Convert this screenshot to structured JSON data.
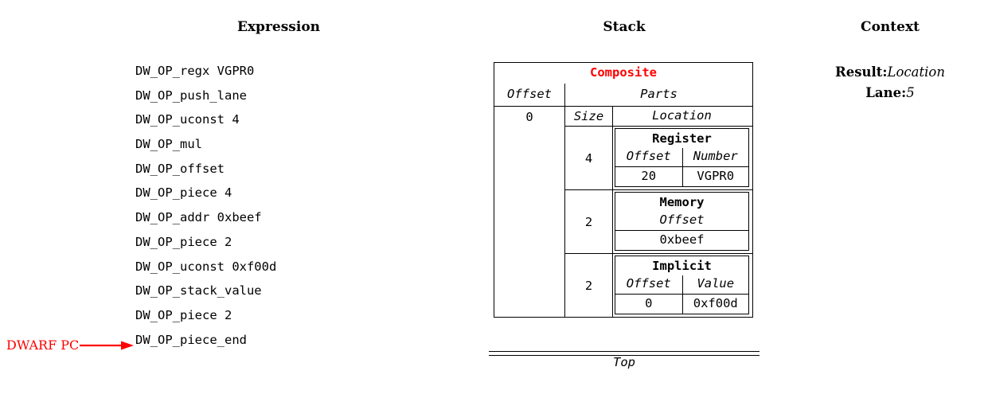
{
  "headers": {
    "expression": "Expression",
    "stack": "Stack",
    "context": "Context"
  },
  "expression": {
    "lines": [
      "DW_OP_regx VGPR0",
      "DW_OP_push_lane",
      "DW_OP_uconst 4",
      "DW_OP_mul",
      "DW_OP_offset",
      "DW_OP_piece 4",
      "DW_OP_addr 0xbeef",
      "DW_OP_piece 2",
      "DW_OP_uconst 0xf00d",
      "DW_OP_stack_value",
      "DW_OP_piece 2",
      "DW_OP_piece_end"
    ]
  },
  "pc_marker": {
    "label": "DWARF PC",
    "color": "#ff0000"
  },
  "stack": {
    "entry": {
      "title": "Composite",
      "title_color": "#ff0000",
      "offset_header": "Offset",
      "offset_value": "0",
      "parts_header": "Parts",
      "size_header": "Size",
      "location_header": "Location",
      "parts": [
        {
          "size": "4",
          "location": {
            "kind": "Register",
            "fields": [
              "Offset",
              "Number"
            ],
            "values": [
              "20",
              "VGPR0"
            ]
          }
        },
        {
          "size": "2",
          "location": {
            "kind": "Memory",
            "fields": [
              "Offset"
            ],
            "values": [
              "0xbeef"
            ]
          }
        },
        {
          "size": "2",
          "location": {
            "kind": "Implicit",
            "fields": [
              "Offset",
              "Value"
            ],
            "values": [
              "0",
              "0xf00d"
            ]
          }
        }
      ]
    },
    "top_label": "Top"
  },
  "context": {
    "rows": [
      {
        "key": "Result:",
        "value": "Location"
      },
      {
        "key": "Lane:",
        "value": "5"
      }
    ]
  }
}
